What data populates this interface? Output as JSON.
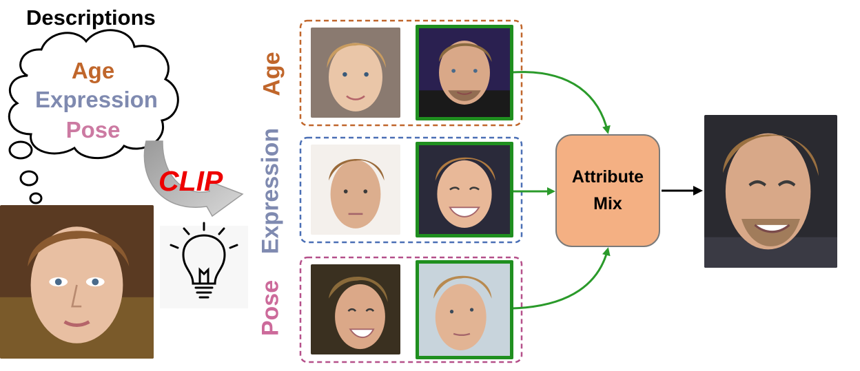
{
  "title": "Descriptions",
  "cloud": {
    "age": "Age",
    "expression": "Expression",
    "pose": "Pose"
  },
  "clip_label": "CLIP",
  "rows": [
    {
      "label": "Age",
      "color": "#c0662b"
    },
    {
      "label": "Expression",
      "color": "#7f8ab0"
    },
    {
      "label": "Pose",
      "color": "#cc6a9a"
    }
  ],
  "mix_label": "Attribute Mix",
  "colors": {
    "age_border": "#c0662b",
    "expression_border": "#4a6fb5",
    "pose_border": "#b5508a",
    "selected_frame": "#1f8f1f",
    "arrow_green": "#2a9a2a",
    "mix_fill": "#f4b083",
    "clip_red": "#ee0000"
  },
  "icons": [
    "thought-cloud-icon",
    "curved-arrow-icon",
    "lightbulb-icon"
  ]
}
